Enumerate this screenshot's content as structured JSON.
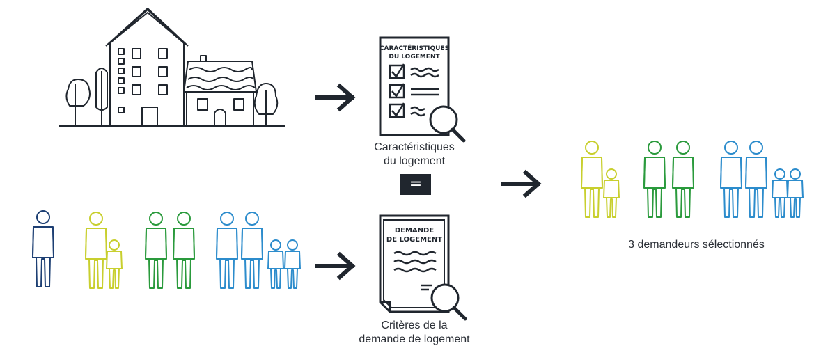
{
  "colors": {
    "dark": "#20262e",
    "yellow": "#c8cf2e",
    "green": "#2a9a3c",
    "blue": "#2c8ccc",
    "navy": "#1d3f73"
  },
  "doc_top": {
    "line1": "CARACTÉRISTIQUES",
    "line2": "DU LOGEMENT"
  },
  "doc_bottom": {
    "line1": "DEMANDE",
    "line2": "DE LOGEMENT"
  },
  "label_top": {
    "line1": "Caractéristiques",
    "line2": "du logement"
  },
  "label_bottom": {
    "line1": "Critères de la",
    "line2": "demande de logement"
  },
  "equals": "=",
  "result_label": "3 demandeurs sélectionnés",
  "icons": [
    "buildings-illustration",
    "checklist-document-icon",
    "application-document-icon",
    "magnifier-icon",
    "arrow-right-icon",
    "people-icons"
  ]
}
